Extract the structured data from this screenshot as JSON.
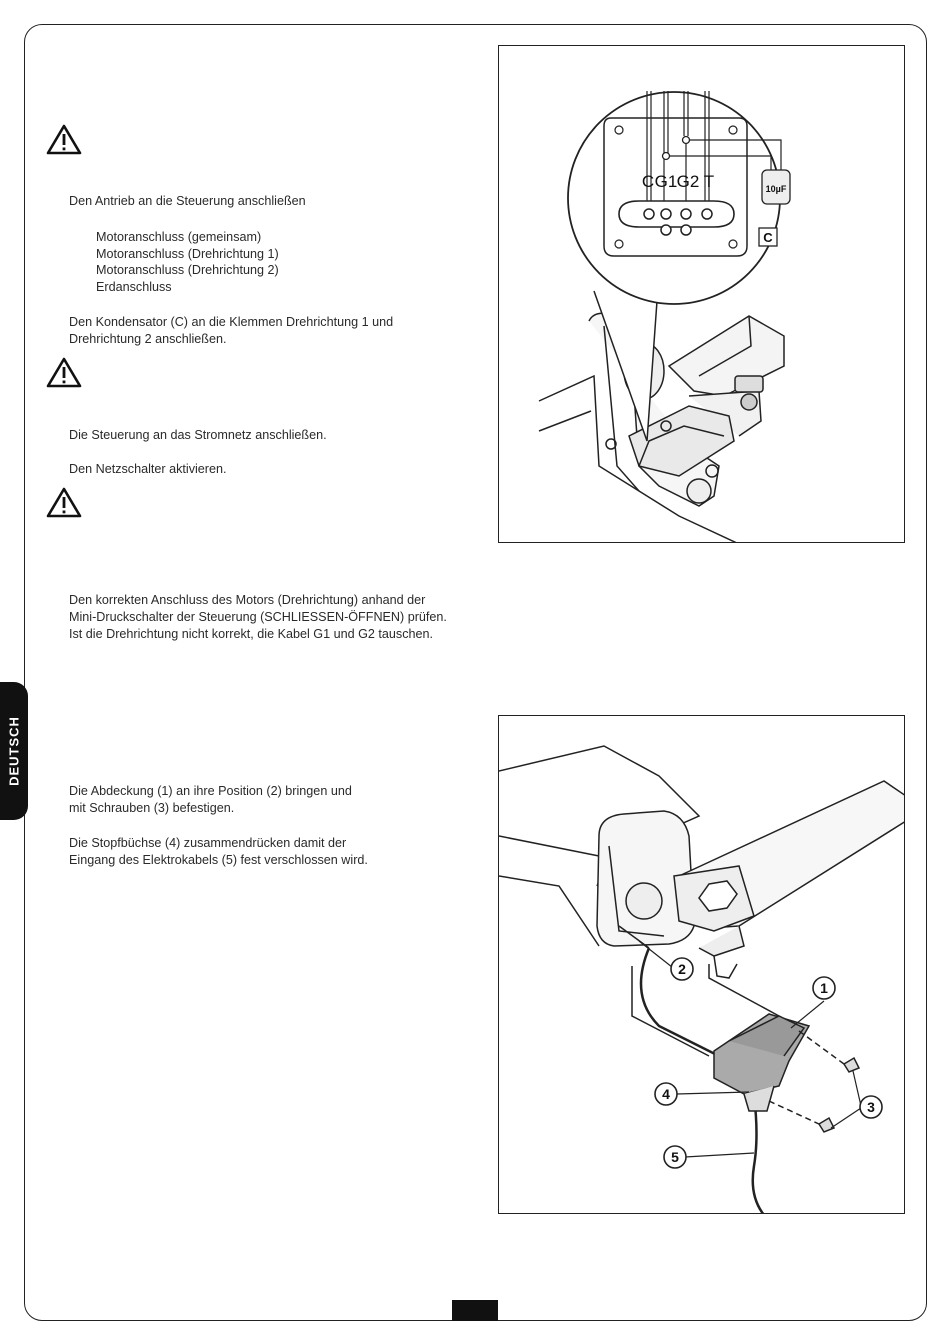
{
  "sidebar": {
    "language_tab": "DEUTSCH"
  },
  "section1": {
    "line_connect": "Den Antrieb an die Steuerung anschließen",
    "terminals": [
      "Motoranschluss (gemeinsam)",
      "Motoranschluss (Drehrichtung 1)",
      "Motoranschluss (Drehrichtung 2)",
      "Erdanschluss"
    ],
    "capacitor_line1": "Den Kondensator (C) an die Klemmen Drehrichtung 1 und",
    "capacitor_line2": "Drehrichtung 2 anschließen.",
    "mains_line": "Die Steuerung an das Stromnetz anschließen.",
    "switch_line": "Den Netzschalter aktivieren.",
    "check_line1": "Den korrekten Anschluss des Motors (Drehrichtung) anhand der",
    "check_line2": "Mini-Druckschalter der Steuerung (SCHLIESSEN-ÖFFNEN) prüfen.",
    "check_line3": "Ist die Drehrichtung nicht korrekt, die Kabel G1 und G2 tauschen."
  },
  "section2": {
    "cover_line1": "Die Abdeckung (1) an ihre Position (2) bringen und",
    "cover_line2": "mit Schrauben (3) befestigen.",
    "gland_line1": "Die Stopfbüchse (4) zusammendrücken damit der",
    "gland_line2": "Eingang des Elektrokabels (5) fest verschlossen wird."
  },
  "figure1": {
    "terminal_labels": [
      "C",
      "G1",
      "G2",
      "T"
    ],
    "capacitor_value": "10µF",
    "capacitor_label": "C"
  },
  "figure2": {
    "callouts": [
      "1",
      "2",
      "3",
      "4",
      "5"
    ]
  },
  "icons": {
    "warning": "warning-triangle-icon"
  }
}
